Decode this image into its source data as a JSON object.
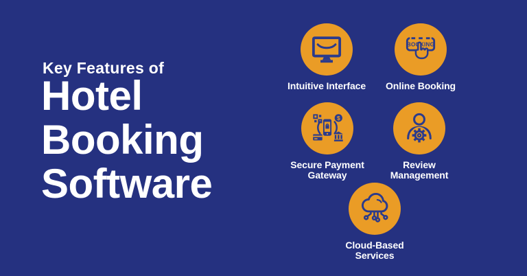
{
  "colors": {
    "background": "#253180",
    "circle_fill": "#EA9C26",
    "icon_stroke": "#2B3B8C",
    "text": "#FFFFFF"
  },
  "header": {
    "kicker": "Key Features of",
    "title_lines": [
      "Hotel",
      "Booking",
      "Software"
    ]
  },
  "features": [
    {
      "id": "intuitive-interface",
      "label": "Intuitive Interface",
      "icon": "monitor-smile-icon"
    },
    {
      "id": "online-booking",
      "label": "Online Booking",
      "icon": "booking-button-click-icon",
      "icon_text": "BOOKING"
    },
    {
      "id": "secure-payment-gateway",
      "label": "Secure Payment\nGateway",
      "icon": "payment-cycle-icon"
    },
    {
      "id": "review-management",
      "label": "Review\nManagement",
      "icon": "person-gear-icon"
    },
    {
      "id": "cloud-based-services",
      "label": "Cloud-Based\nServices",
      "icon": "cloud-network-icon"
    }
  ]
}
